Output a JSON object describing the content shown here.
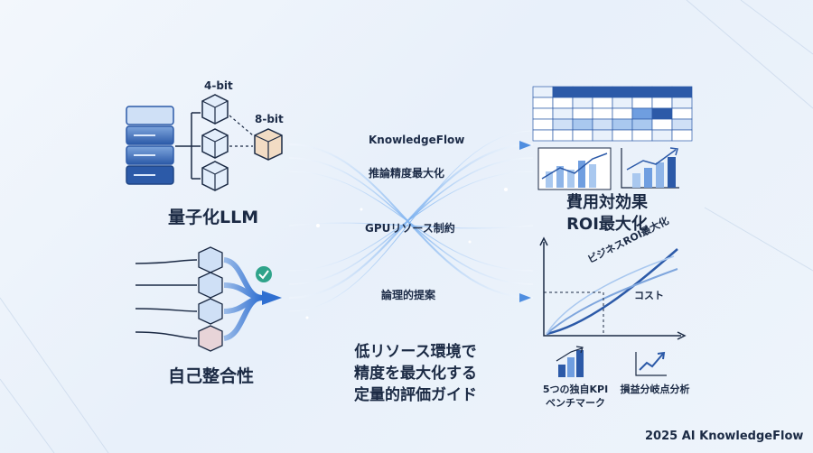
{
  "left_top": {
    "bit_4": "4-bit",
    "bit_8": "8-bit",
    "title": "量子化LLM"
  },
  "left_bottom": {
    "title": "自己整合性"
  },
  "flow_labels": {
    "label_1": "KnowledgeFlow",
    "label_2": "推論精度最大化",
    "label_3": "GPUリソース制約",
    "label_4": "論理的提案"
  },
  "center_guide": {
    "line_1": "低リソース環境で",
    "line_2": "精度を最大化する",
    "line_3": "定量的評価ガイド"
  },
  "right_top": {
    "title_line_1": "費用対効果",
    "title_line_2": "ROI最大化"
  },
  "right_chart": {
    "curve_label": "ビジネスROI最大化",
    "cost_label": "コスト"
  },
  "right_bottom": {
    "kpi_line_1": "5つの独自KPI",
    "kpi_line_2": "ベンチマーク",
    "breakeven": "損益分岐点分析"
  },
  "footer": {
    "credit": "2025 AI KnowledgeFlow"
  },
  "colors": {
    "accent": "#2f6fd1",
    "navy": "#1b2a44",
    "light_blue": "#a9c8ef",
    "check_green": "#2fa38a"
  }
}
